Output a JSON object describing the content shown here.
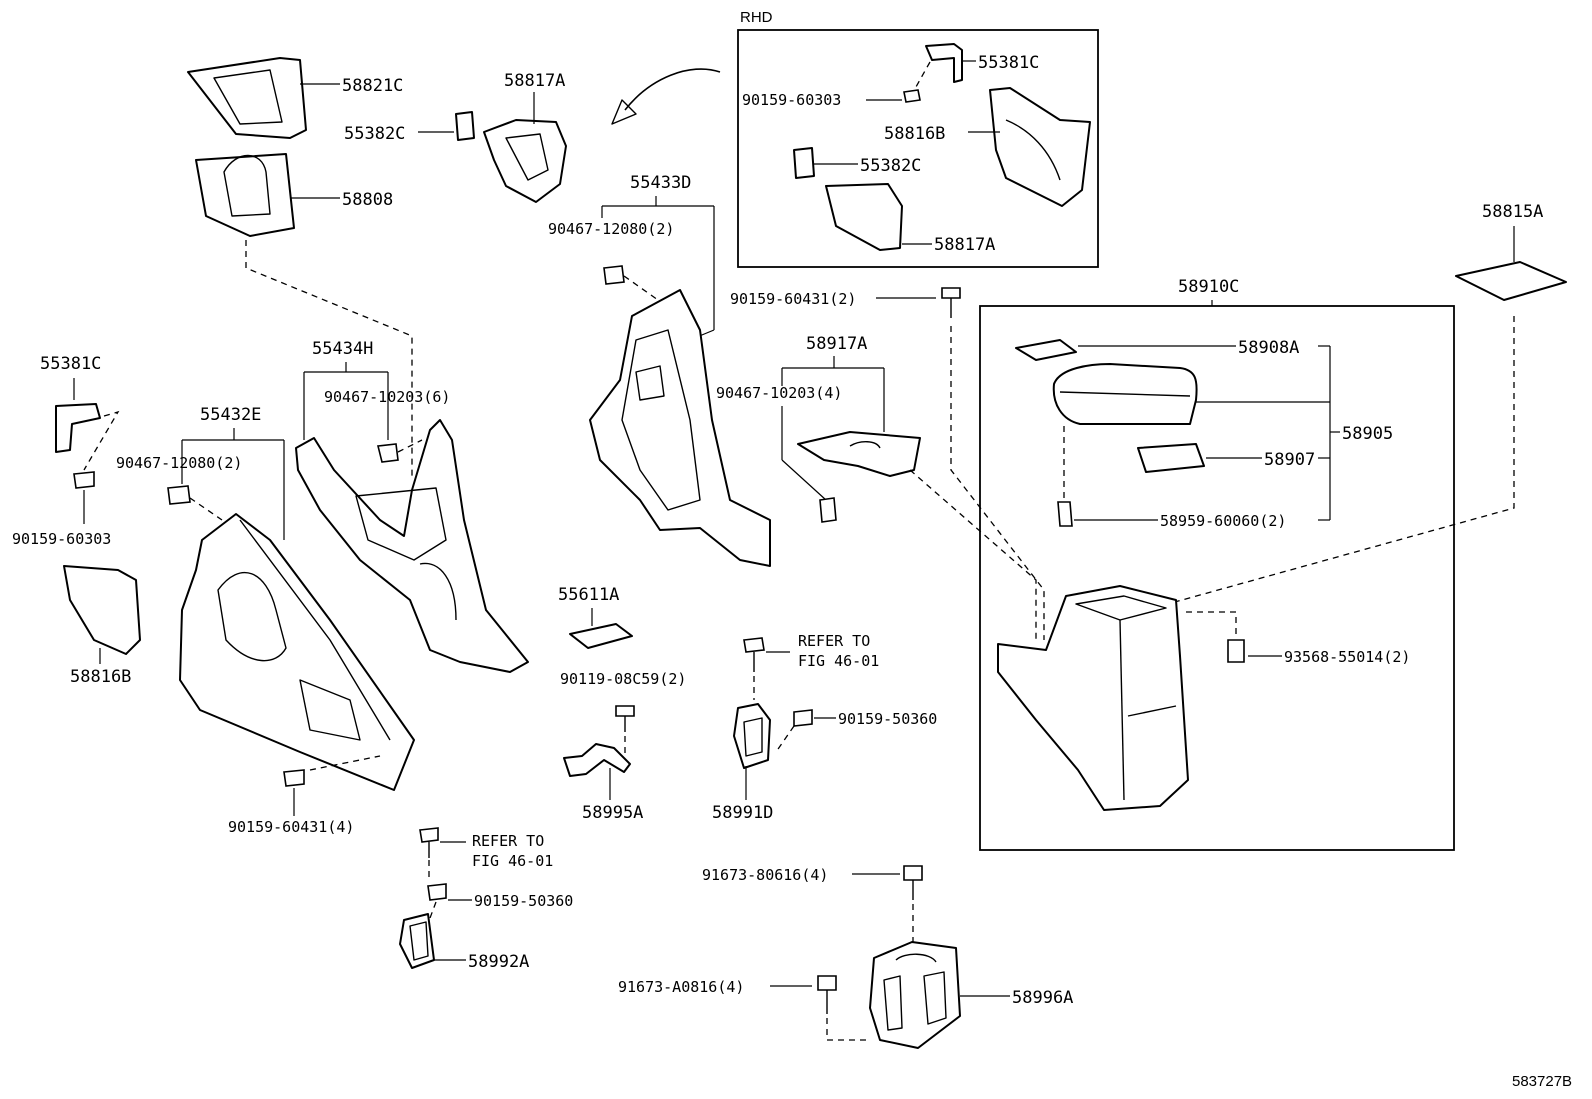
{
  "diagram": {
    "diagram_code": "583727B",
    "rhd_box_title": "RHD",
    "refer_note_lines": [
      "REFER TO",
      "FIG 46-01"
    ],
    "parts": {
      "p58821C": "58821C",
      "p58817A_top": "58817A",
      "p55382C_left": "55382C",
      "p58808": "58808",
      "p55433D": "55433D",
      "p90467_12080_2_top": "90467-12080(2)",
      "p55381C_rhd": "55381C",
      "p90159_60303_rhd": "90159-60303",
      "p58816B_rhd": "58816B",
      "p55382C_rhd": "55382C",
      "p58817A_rhd": "58817A",
      "p58815A": "58815A",
      "p90159_60431_2": "90159-60431(2)",
      "p58910C": "58910C",
      "p58917A": "58917A",
      "p90467_10203_4": "90467-10203(4)",
      "p58908A": "58908A",
      "p58905": "58905",
      "p58907": "58907",
      "p58959_60060_2": "58959-60060(2)",
      "p93568_55014_2": "93568-55014(2)",
      "p55381C_left": "55381C",
      "p55434H": "55434H",
      "p90467_10203_6": "90467-10203(6)",
      "p55432E": "55432E",
      "p90467_12080_2_left": "90467-12080(2)",
      "p90159_60303_left": "90159-60303",
      "p58816B_left": "58816B",
      "p55611A": "55611A",
      "p90119_08C59_2": "90119-08C59(2)",
      "p58995A": "58995A",
      "p90159_50360_mid": "90159-50360",
      "p58991D": "58991D",
      "p90159_60431_4": "90159-60431(4)",
      "p90159_50360_bot": "90159-50360",
      "p58992A": "58992A",
      "p91673_80616_4": "91673-80616(4)",
      "p91673_A0816_4": "91673-A0816(4)",
      "p58996A": "58996A"
    }
  }
}
